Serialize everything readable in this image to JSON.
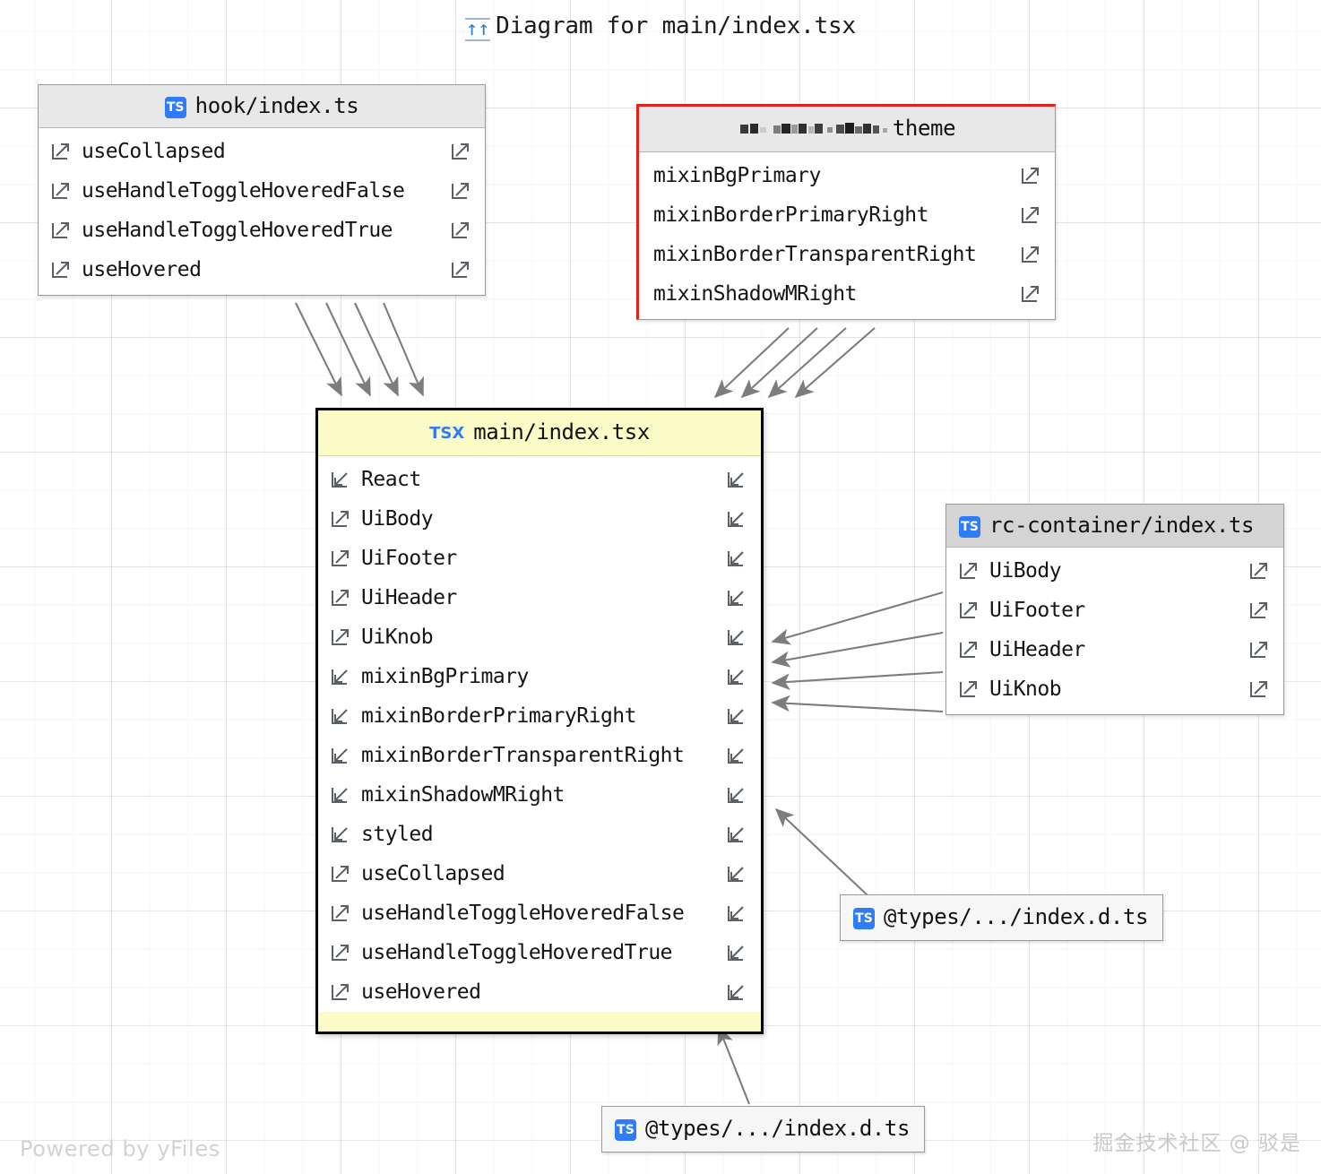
{
  "title": {
    "icon": "diagram-arrows-icon",
    "text": "Diagram for main/index.tsx"
  },
  "nodes": {
    "hook": {
      "badge": "TS",
      "title": "hook/index.ts",
      "items": [
        {
          "label": "useCollapsed",
          "left_icon": "arrow-out-icon",
          "right_icon": "arrow-out-icon"
        },
        {
          "label": "useHandleToggleHoveredFalse",
          "left_icon": "arrow-out-icon",
          "right_icon": "arrow-out-icon"
        },
        {
          "label": "useHandleToggleHoveredTrue",
          "left_icon": "arrow-out-icon",
          "right_icon": "arrow-out-icon"
        },
        {
          "label": "useHovered",
          "left_icon": "arrow-out-icon",
          "right_icon": "arrow-out-icon"
        }
      ]
    },
    "theme": {
      "title_redacted": true,
      "title": "theme",
      "border_color": "#e32119",
      "items": [
        {
          "label": "mixinBgPrimary",
          "left_icon": null,
          "right_icon": "arrow-out-icon"
        },
        {
          "label": "mixinBorderPrimaryRight",
          "left_icon": null,
          "right_icon": "arrow-out-icon"
        },
        {
          "label": "mixinBorderTransparentRight",
          "left_icon": null,
          "right_icon": "arrow-out-icon"
        },
        {
          "label": "mixinShadowMRight",
          "left_icon": null,
          "right_icon": "arrow-out-icon"
        }
      ]
    },
    "main": {
      "badge": "TSX",
      "title": "main/index.tsx",
      "header_color": "#fbfbc8",
      "items": [
        {
          "label": "React",
          "left_icon": "arrow-in-icon",
          "right_icon": "arrow-in-icon"
        },
        {
          "label": "UiBody",
          "left_icon": "arrow-out-icon",
          "right_icon": "arrow-in-icon"
        },
        {
          "label": "UiFooter",
          "left_icon": "arrow-out-icon",
          "right_icon": "arrow-in-icon"
        },
        {
          "label": "UiHeader",
          "left_icon": "arrow-out-icon",
          "right_icon": "arrow-in-icon"
        },
        {
          "label": "UiKnob",
          "left_icon": "arrow-out-icon",
          "right_icon": "arrow-in-icon"
        },
        {
          "label": "mixinBgPrimary",
          "left_icon": "arrow-in-icon",
          "right_icon": "arrow-in-icon"
        },
        {
          "label": "mixinBorderPrimaryRight",
          "left_icon": "arrow-in-icon",
          "right_icon": "arrow-in-icon"
        },
        {
          "label": "mixinBorderTransparentRight",
          "left_icon": "arrow-in-icon",
          "right_icon": "arrow-in-icon"
        },
        {
          "label": "mixinShadowMRight",
          "left_icon": "arrow-in-icon",
          "right_icon": "arrow-in-icon"
        },
        {
          "label": "styled",
          "left_icon": "arrow-in-icon",
          "right_icon": "arrow-in-icon"
        },
        {
          "label": "useCollapsed",
          "left_icon": "arrow-out-icon",
          "right_icon": "arrow-in-icon"
        },
        {
          "label": "useHandleToggleHoveredFalse",
          "left_icon": "arrow-out-icon",
          "right_icon": "arrow-in-icon"
        },
        {
          "label": "useHandleToggleHoveredTrue",
          "left_icon": "arrow-out-icon",
          "right_icon": "arrow-in-icon"
        },
        {
          "label": "useHovered",
          "left_icon": "arrow-out-icon",
          "right_icon": "arrow-in-icon"
        }
      ]
    },
    "rc_container": {
      "badge": "TS",
      "title": "rc-container/index.ts",
      "items": [
        {
          "label": "UiBody",
          "left_icon": "arrow-out-icon",
          "right_icon": "arrow-out-icon"
        },
        {
          "label": "UiFooter",
          "left_icon": "arrow-out-icon",
          "right_icon": "arrow-out-icon"
        },
        {
          "label": "UiHeader",
          "left_icon": "arrow-out-icon",
          "right_icon": "arrow-out-icon"
        },
        {
          "label": "UiKnob",
          "left_icon": "arrow-out-icon",
          "right_icon": "arrow-out-icon"
        }
      ]
    },
    "types_right": {
      "badge": "TS",
      "title": "@types/.../index.d.ts"
    },
    "types_bottom": {
      "badge": "TS",
      "title": "@types/.../index.d.ts"
    }
  },
  "watermarks": {
    "yfiles": "Powered by yFiles",
    "author": "掘金技术社区 @ 驳是"
  },
  "colors": {
    "edge": "#7d7d7d",
    "accent_blue": "#2f7cf6",
    "highlight_red": "#e32119",
    "main_header": "#fbfbc8"
  }
}
